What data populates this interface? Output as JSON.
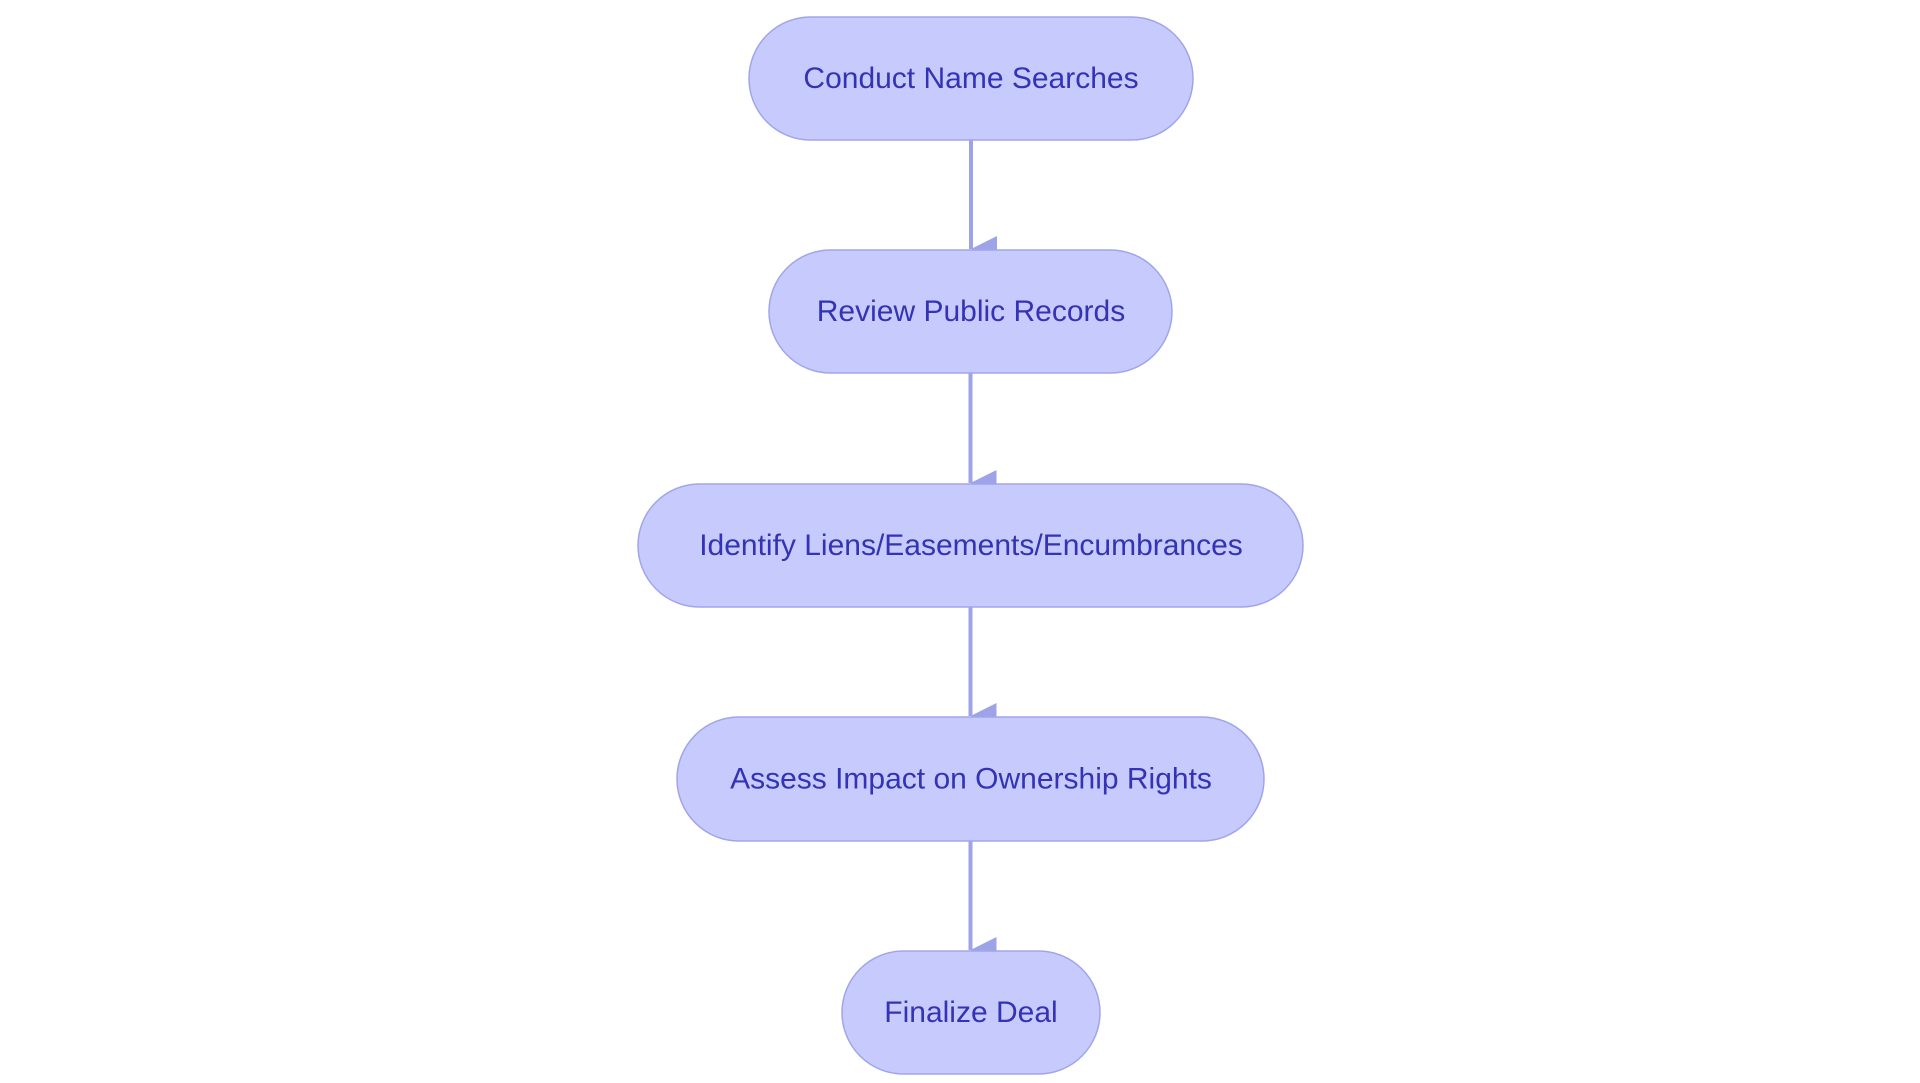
{
  "diagram": {
    "type": "flowchart",
    "colors": {
      "node_fill": "#c7cafd",
      "node_stroke": "#a0a5ea",
      "text": "#3333b3",
      "edge": "#9ea3e8",
      "background": "#ffffff"
    },
    "nodes": [
      {
        "id": "n1",
        "label": "Conduct Name Searches"
      },
      {
        "id": "n2",
        "label": "Review Public Records"
      },
      {
        "id": "n3",
        "label": "Identify Liens/Easements/Encumbrances"
      },
      {
        "id": "n4",
        "label": "Assess Impact on Ownership Rights"
      },
      {
        "id": "n5",
        "label": "Finalize Deal"
      }
    ],
    "edges": [
      {
        "from": "n1",
        "to": "n2"
      },
      {
        "from": "n2",
        "to": "n3"
      },
      {
        "from": "n3",
        "to": "n4"
      },
      {
        "from": "n4",
        "to": "n5"
      }
    ]
  }
}
